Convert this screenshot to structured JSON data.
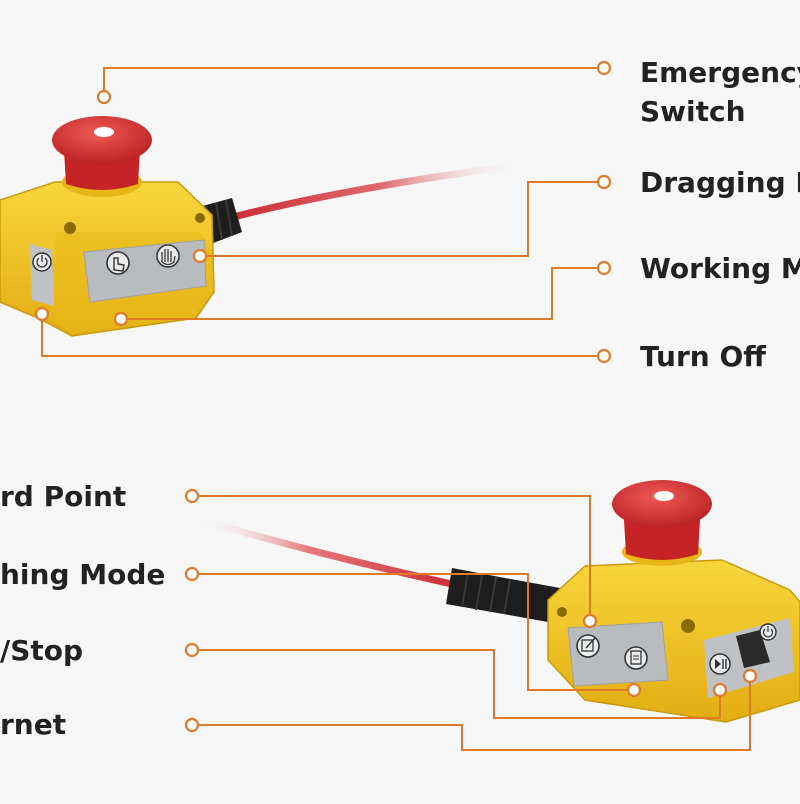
{
  "diagram": {
    "accent_color": "#e07a2a",
    "housing_color": "#f3c61f",
    "button_color": "#d62b2b",
    "cable_color": "#d9363a",
    "top_device": {
      "labels": {
        "emergency_line1": "Emergency",
        "emergency_line2": "Switch",
        "dragging": "Dragging M",
        "working": "Working M",
        "turn_off": "Turn Off"
      },
      "icons": [
        "hand-pointer-icon",
        "hand-icon",
        "power-icon"
      ]
    },
    "bottom_device": {
      "labels": {
        "record_point": "rd Point",
        "teaching_mode": "hing Mode",
        "play_stop": "/Stop",
        "ethernet": "rnet"
      },
      "icons": [
        "edit-icon",
        "clipboard-icon",
        "play-pause-icon",
        "power-icon"
      ]
    }
  }
}
